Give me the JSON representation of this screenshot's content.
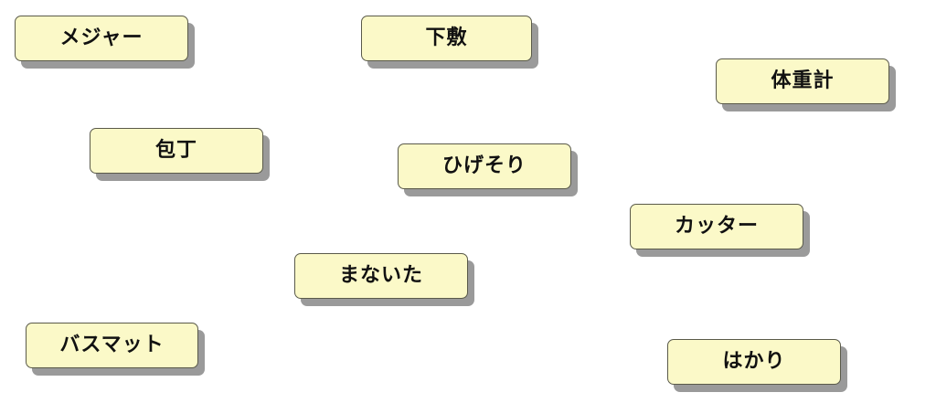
{
  "cards": [
    {
      "label": "メジャー"
    },
    {
      "label": "下敷"
    },
    {
      "label": "体重計"
    },
    {
      "label": "包丁"
    },
    {
      "label": "ひげそり"
    },
    {
      "label": "カッター"
    },
    {
      "label": "まないた"
    },
    {
      "label": "バスマット"
    },
    {
      "label": "はかり"
    }
  ],
  "colors": {
    "card_fill": "#fbf9c8",
    "card_border": "#5a5a4a",
    "card_shadow": "#9a9a9a",
    "text": "#111111"
  }
}
